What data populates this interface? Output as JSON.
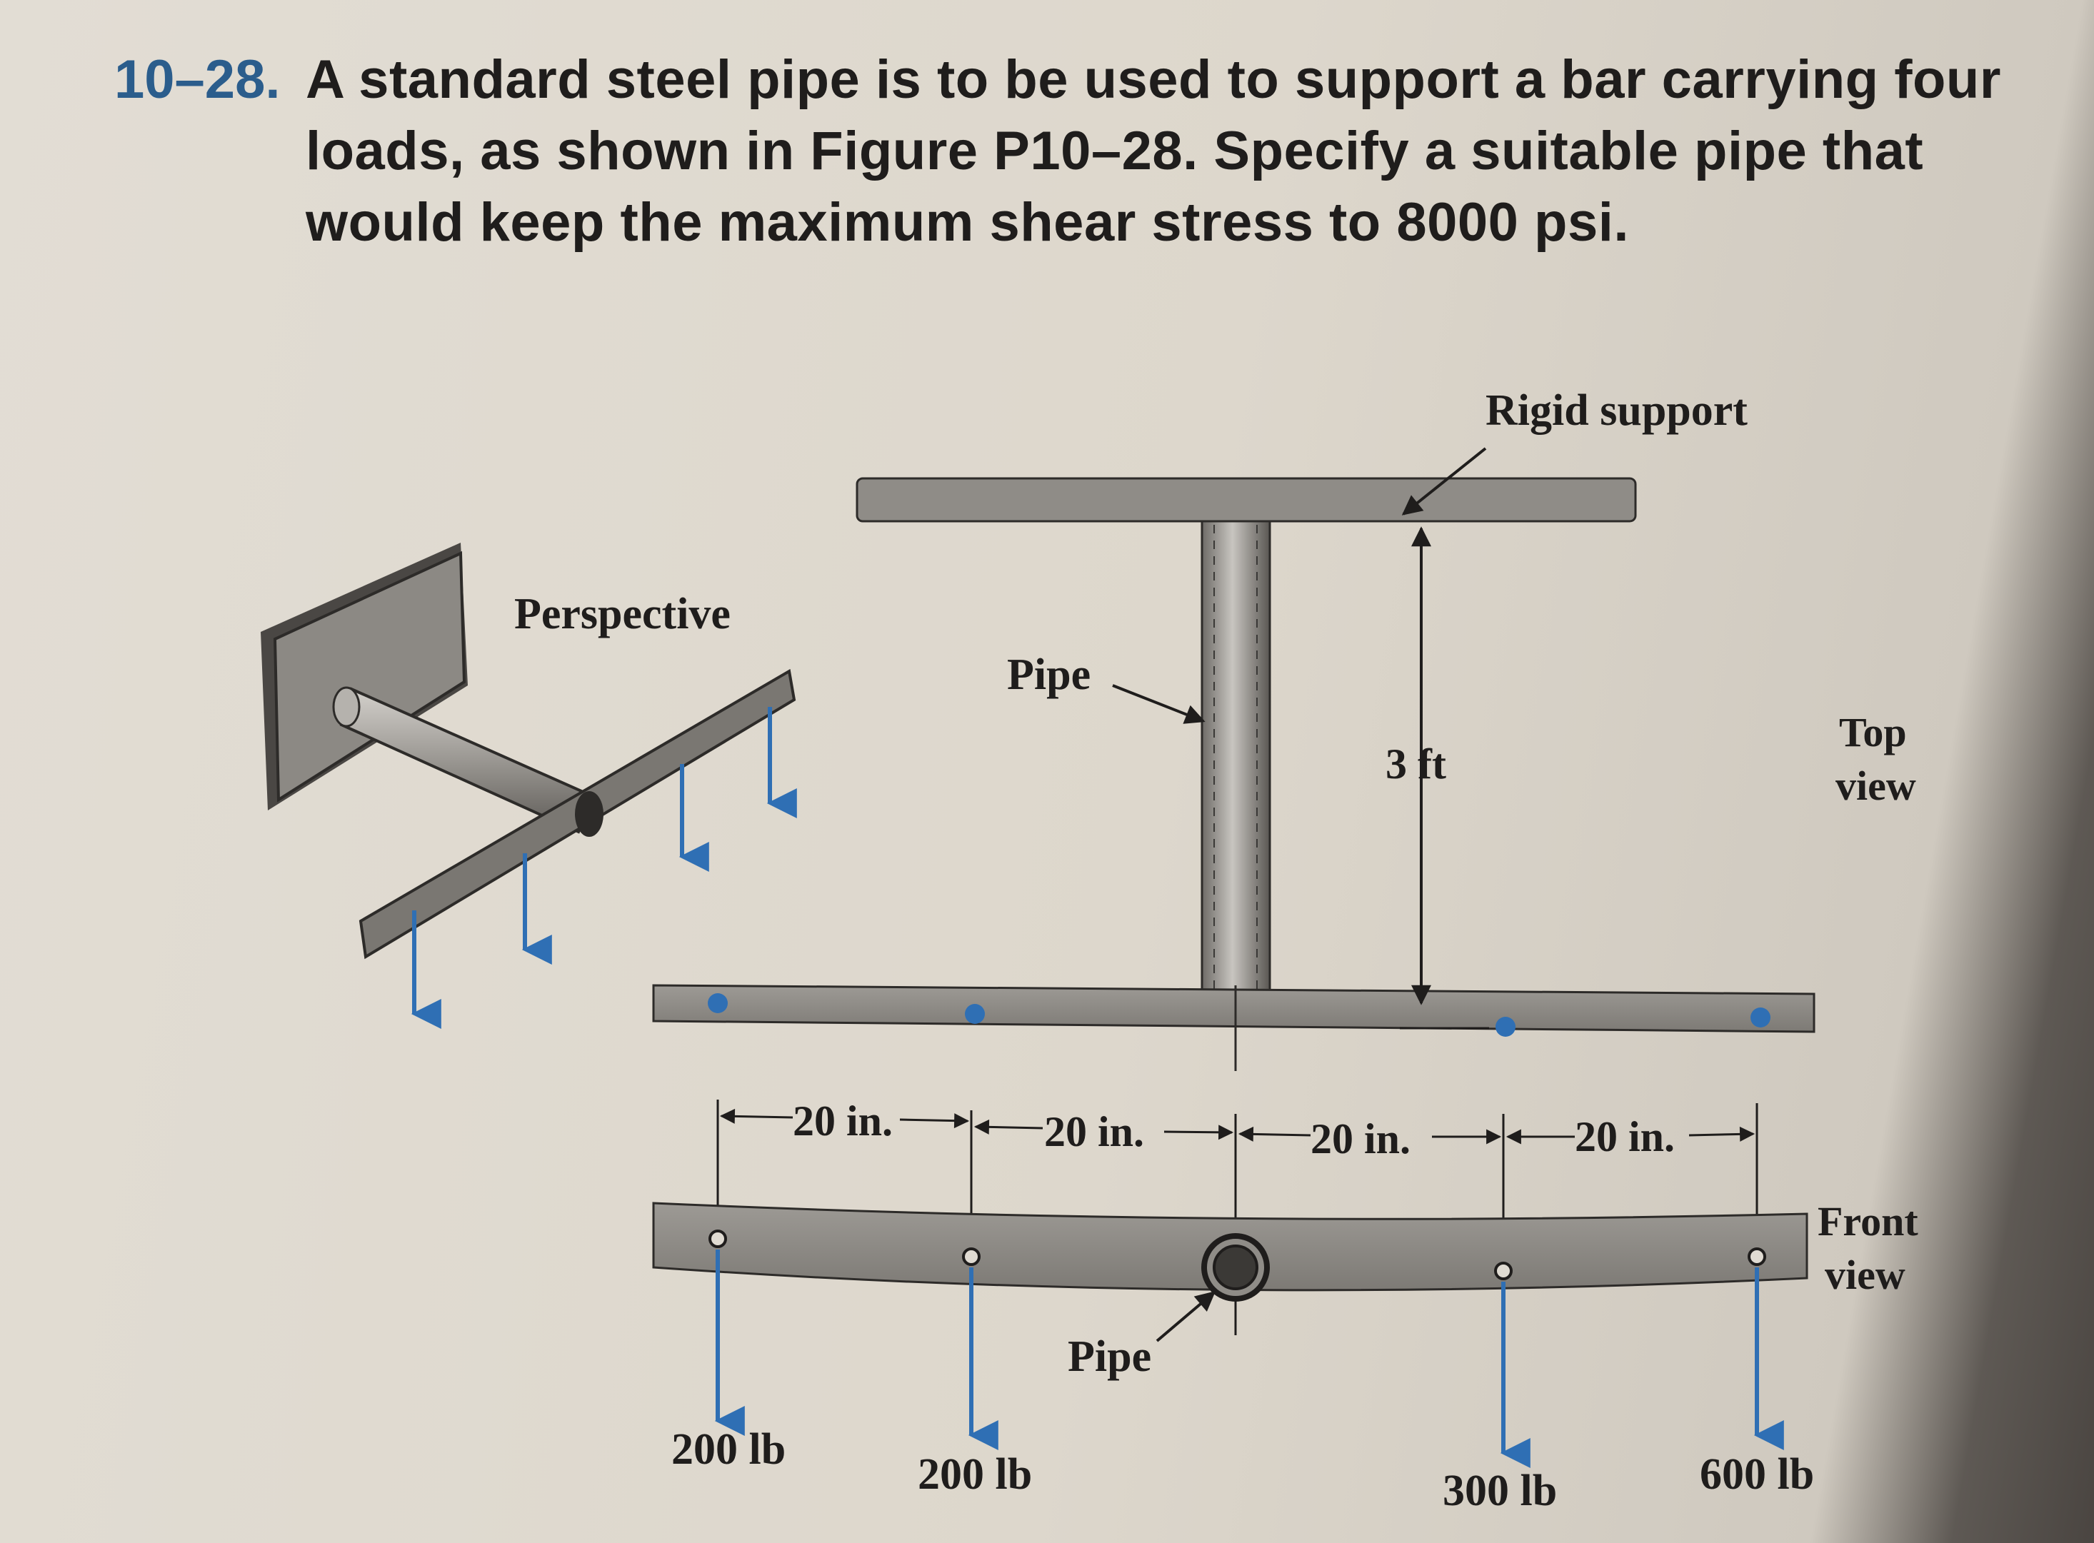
{
  "problem": {
    "number": "10–28.",
    "line1": "A standard steel pipe is to be used to support a bar carrying four",
    "line2": "loads, as shown in Figure P10–28. Specify a suitable pipe that",
    "line3": "would keep the maximum shear stress to 8000 psi."
  },
  "figure": {
    "perspective_label": "Perspective",
    "rigid_support_label": "Rigid support",
    "pipe_label_top": "Pipe",
    "pipe_label_front": "Pipe",
    "height_label": "3 ft",
    "top_view_label": [
      "Top",
      "view"
    ],
    "front_view_label": [
      "Front",
      "view"
    ],
    "spacings": [
      "20 in.",
      "20 in.",
      "20 in.",
      "20 in."
    ],
    "loads": [
      "200 lb",
      "200 lb",
      "300 lb",
      "600 lb"
    ]
  },
  "colors": {
    "accent_blue": "#2f6fb4",
    "number_blue": "#2b5d8c",
    "bar_gray": "#8e8b86",
    "text": "#1f1d1c"
  }
}
